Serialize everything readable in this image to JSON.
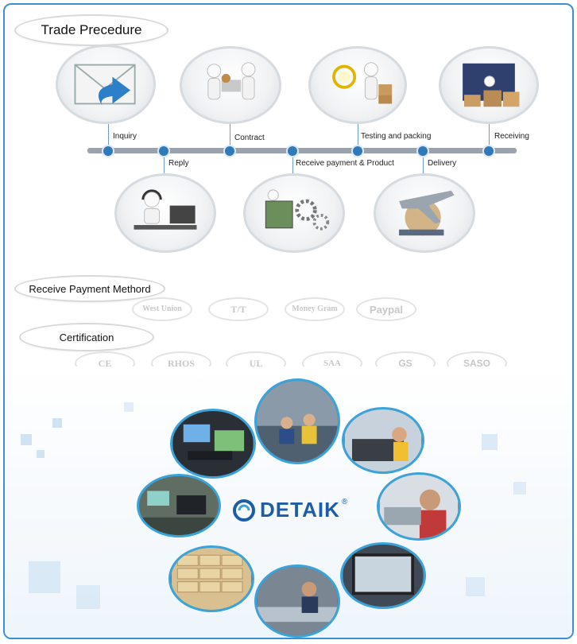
{
  "sections": {
    "trade": "Trade Precedure",
    "payment": "Receive Payment Methord",
    "certification": "Certification"
  },
  "steps": {
    "inquiry": "Inquiry",
    "reply": "Reply",
    "contract": "Contract",
    "receive_payment": "Receive payment & Product",
    "testing": "Testing and packing",
    "delivery": "Delivery",
    "receiving": "Receiving"
  },
  "payment_methods": [
    "West Union",
    "T/T",
    "Money Gram",
    "Paypal"
  ],
  "certifications": [
    "CE",
    "RHOS",
    "UL",
    "SAA",
    "GS",
    "SASO"
  ],
  "brand": {
    "name": "DETAIK",
    "mark": "®"
  },
  "colors": {
    "frame": "#3a8fd6",
    "node": "#2f7ab8",
    "brand": "#1d5da8",
    "ring": "#3aa3da"
  },
  "icons": [
    "mail-icon",
    "handshake-icon",
    "support-icon",
    "money-gears-icon",
    "scale-icon",
    "forklift-icon",
    "airplane-globe-icon",
    "warehouse-icon"
  ]
}
